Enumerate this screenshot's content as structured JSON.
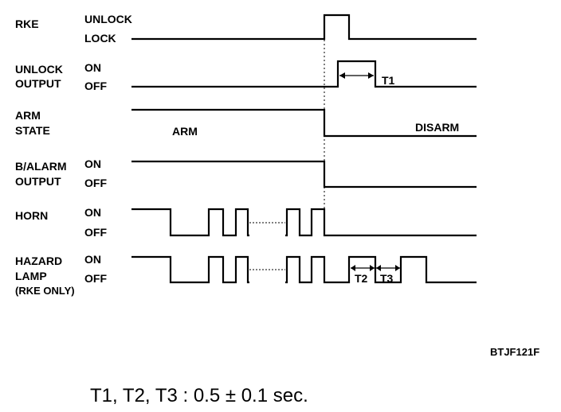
{
  "signals": {
    "rke": {
      "name": "RKE",
      "high": "UNLOCK",
      "low": "LOCK"
    },
    "unlock_output": {
      "name_1": "UNLOCK",
      "name_2": "OUTPUT",
      "high": "ON",
      "low": "OFF"
    },
    "arm_state": {
      "name_1": "ARM",
      "name_2": "STATE",
      "state_before": "ARM",
      "state_after": "DISARM"
    },
    "b_alarm_output": {
      "name_1": "B/ALARM",
      "name_2": "OUTPUT",
      "high": "ON",
      "low": "OFF"
    },
    "horn": {
      "name": "HORN",
      "high": "ON",
      "low": "OFF"
    },
    "hazard_lamp": {
      "name_1": "HAZARD",
      "name_2": "LAMP",
      "name_3": "(RKE ONLY)",
      "high": "ON",
      "low": "OFF"
    }
  },
  "intervals": {
    "t1": "T1",
    "t2": "T2",
    "t3": "T3"
  },
  "figure_code": "BTJF121F",
  "footnote": "T1, T2, T3 : 0.5 ± 0.1 sec."
}
